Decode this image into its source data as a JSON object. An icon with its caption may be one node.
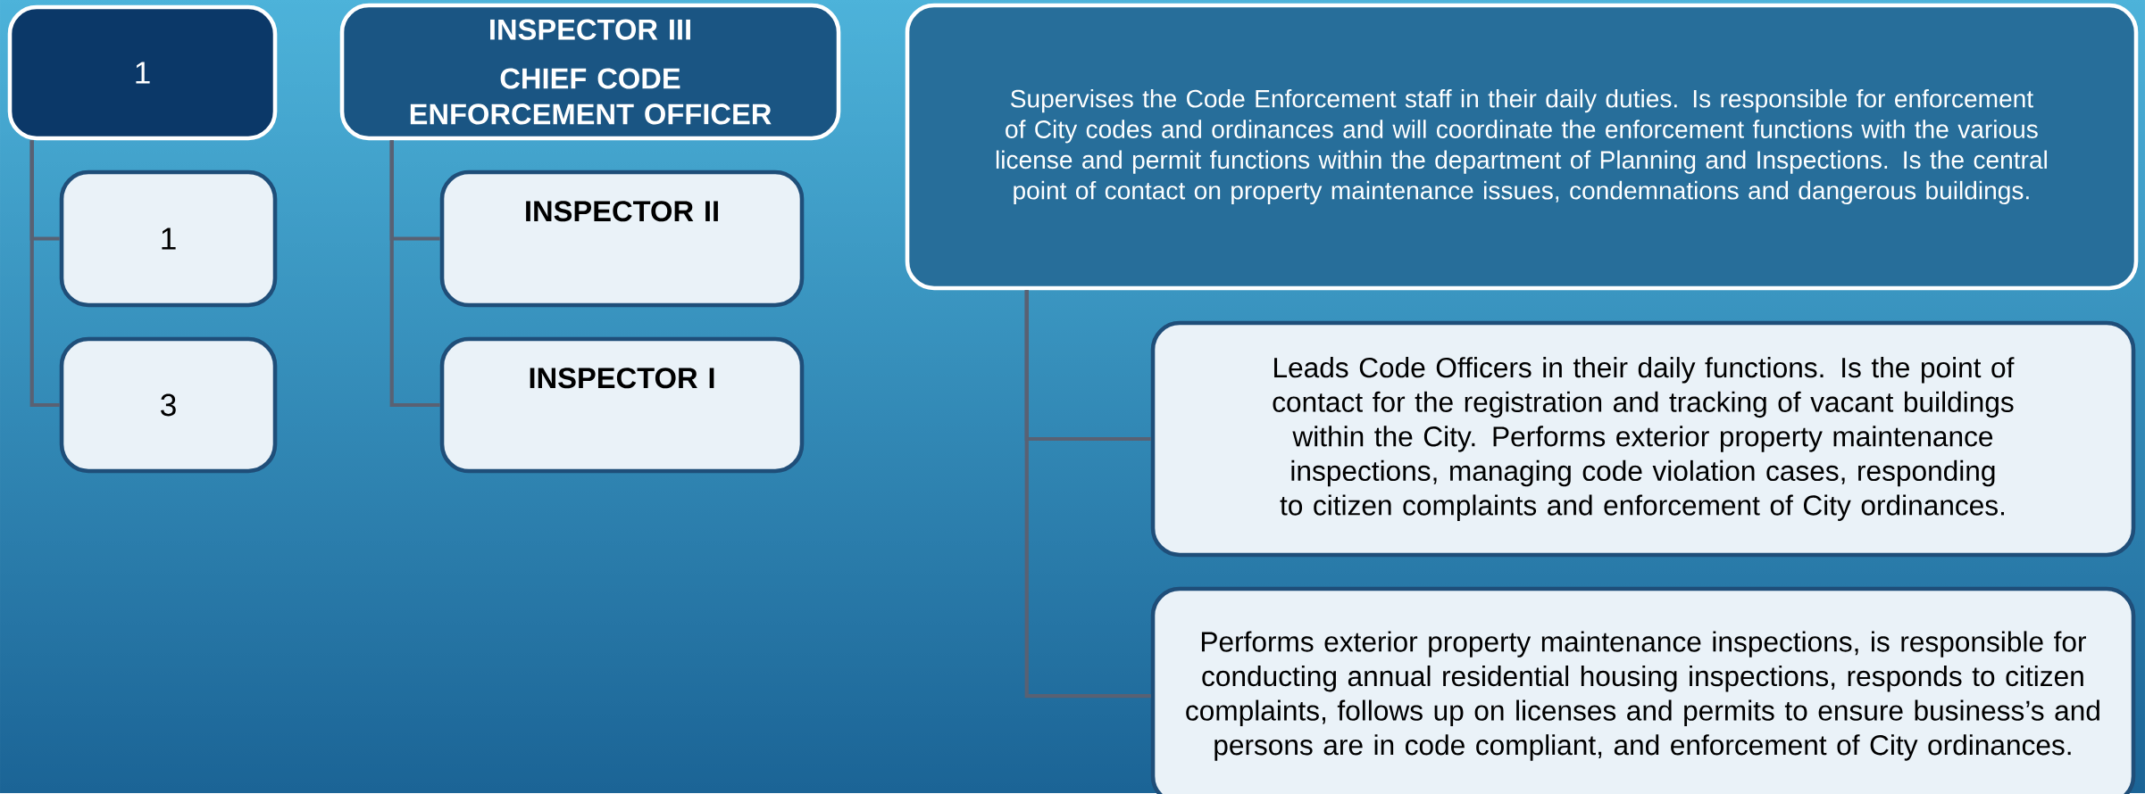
{
  "diagram": {
    "nodes": [
      {
        "text": [
          "1"
        ]
      },
      {
        "text": [
          "1"
        ]
      },
      {
        "text": [
          "3"
        ]
      },
      {
        "text": [
          "INSPECTOR III",
          "CHIEF CODE ENFORCEMENT OFFICER"
        ]
      },
      {
        "text": [
          "INSPECTOR II"
        ]
      },
      {
        "text": [
          "INSPECTOR I"
        ]
      },
      {
        "text": [
          "Supervises the Code Enforcement staff in their daily duties.  Is responsible for enforcement of City codes and ordinances and will coordinate the enforcement functions with the various license and permit functions within the department of Planning and Inspections.  Is the central point of contact on property maintenance issues, condemnations and dangerous buildings."
        ]
      },
      {
        "text": [
          "Leads Code Officers in their daily functions.  Is the point of contact for the registration and tracking of vacant buildings within the City.  Performs exterior property maintenance inspections, managing code violation cases, responding to citizen complaints and enforcement of City ordinances."
        ]
      },
      {
        "text": [
          "Performs exterior property maintenance inspections, is responsible for conducting annual residential housing inspections, responds to citizen complaints, follows up on licenses and permits to ensure business’s and persons are in code compliant, and enforcement of City ordinances."
        ]
      }
    ],
    "edges": [
      {
        "from": 0,
        "to": 1,
        "arrow": "none"
      },
      {
        "from": 0,
        "to": 2,
        "arrow": "none"
      },
      {
        "from": 3,
        "to": 4,
        "arrow": "none"
      },
      {
        "from": 3,
        "to": 5,
        "arrow": "none"
      },
      {
        "from": 6,
        "to": 7,
        "arrow": "none"
      },
      {
        "from": 6,
        "to": 8,
        "arrow": "none"
      }
    ]
  }
}
